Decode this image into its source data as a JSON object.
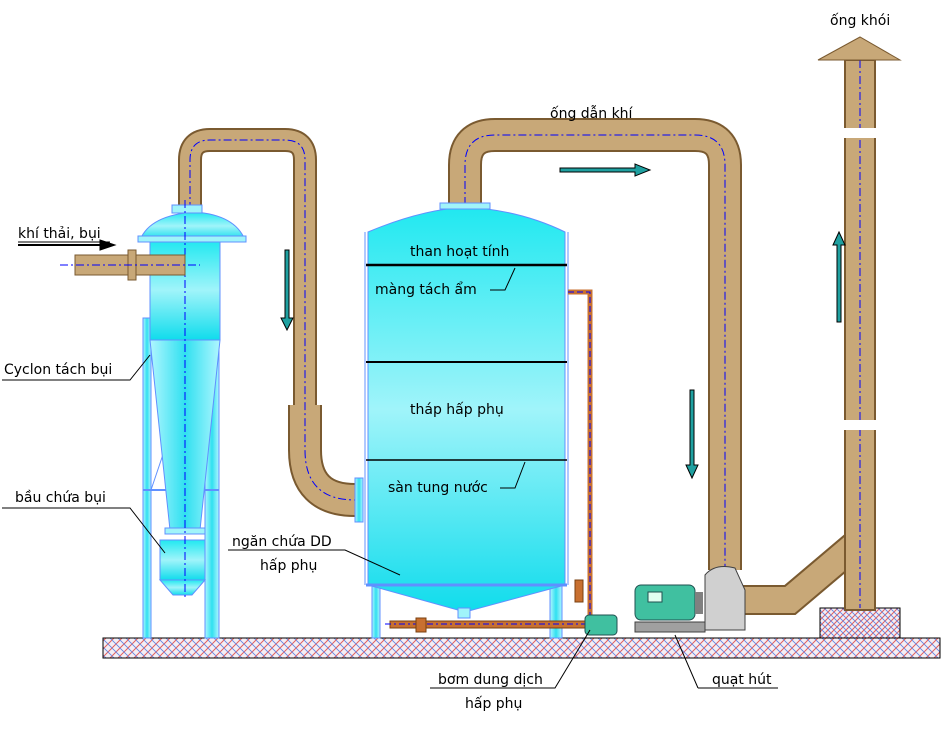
{
  "labels": {
    "chimney": "ống khói",
    "gas_duct": "ống dẫn khí",
    "inlet": "khí thải, bụi",
    "cyclone": "Cyclon tách bụi",
    "dust_hopper": "bầu chứa bụi",
    "activated_carbon": "than hoạt tính",
    "demister": "màng tách ẩm",
    "tower": "tháp hấp phụ",
    "spray_deck": "sàn tung nước",
    "tank_line1": "ngăn chứa DD",
    "tank_line2": "hấp phụ",
    "pump_line1": "bơm dung dịch",
    "pump_line2": "hấp phụ",
    "fan": "quạt hút"
  },
  "colors": {
    "pipe": "#c8a878",
    "pipe_edge": "#7a5a30",
    "vessel": "#40e0f0",
    "centerline": "#0000ff",
    "ground_red": "#e06060",
    "ground_blue": "#6080e0",
    "motor": "#40c0a0"
  }
}
